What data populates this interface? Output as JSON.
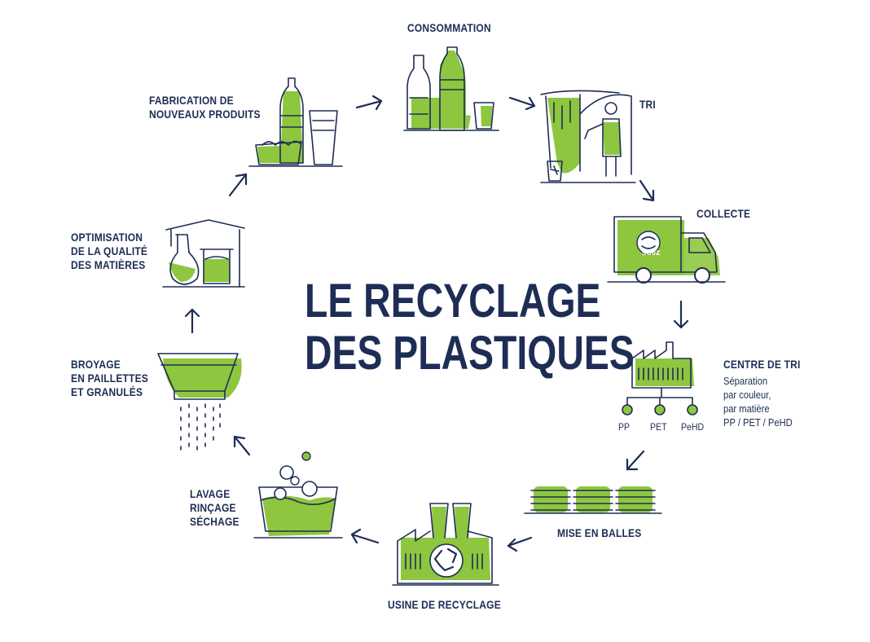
{
  "title": {
    "line1": "LE RECYCLAGE",
    "line2": "DES PLASTIQUES"
  },
  "steps": {
    "consommation": {
      "line1": "CONSOMMATION"
    },
    "tri": {
      "line1": "TRI"
    },
    "collecte": {
      "line1": "COLLECTE",
      "truck_brand": "suez"
    },
    "centre_de_tri": {
      "line1": "CENTRE DE TRI",
      "sub1": "Séparation",
      "sub2": "par couleur,",
      "sub3": "par matière",
      "sub4": "PP / PET / PeHD",
      "out1": "PP",
      "out2": "PET",
      "out3": "PeHD"
    },
    "mise_en_balles": {
      "line1": "MISE EN BALLES"
    },
    "usine": {
      "line1": "USINE DE RECYCLAGE"
    },
    "lavage": {
      "line1": "LAVAGE",
      "line2": "RINÇAGE",
      "line3": "SÉCHAGE"
    },
    "broyage": {
      "line1": "BROYAGE",
      "line2": "EN PAILLETTES",
      "line3": "ET GRANULÉS"
    },
    "optimisation": {
      "line1": "OPTIMISATION",
      "line2": "DE LA QUALITÉ",
      "line3": "DES MATIÈRES"
    },
    "fabrication": {
      "line1": "FABRICATION DE",
      "line2": "NOUVEAUX PRODUITS"
    }
  },
  "colors": {
    "ink": "#1e2d55",
    "accent": "#8ec63f",
    "background": "#ffffff"
  },
  "icons": [
    "bottles-icon",
    "sorting-worker-icon",
    "truck-icon",
    "factory-sorting-icon",
    "bales-icon",
    "recycling-plant-icon",
    "washing-tub-icon",
    "grinder-icon",
    "lab-flasks-icon",
    "new-products-icon"
  ]
}
